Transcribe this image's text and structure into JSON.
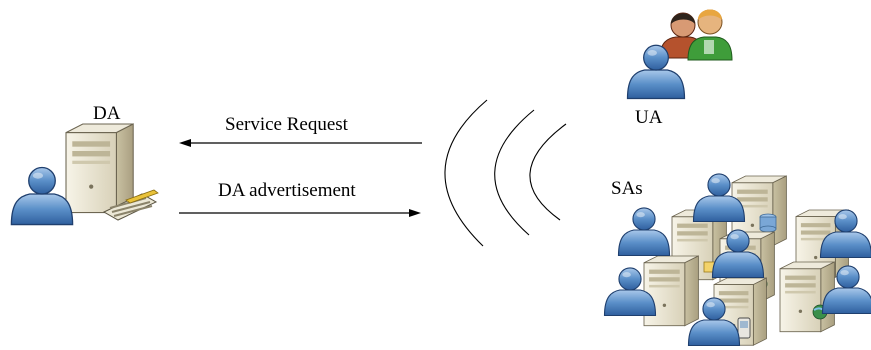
{
  "nodes": {
    "da": {
      "label": "DA"
    },
    "ua": {
      "label": "UA"
    },
    "sas": {
      "label": "SAs"
    }
  },
  "messages": {
    "service_request": {
      "label": "Service Request",
      "direction": "right-to-left"
    },
    "da_advertisement": {
      "label": "DA advertisement",
      "direction": "left-to-right"
    }
  },
  "icons": {
    "da": [
      "user-icon",
      "server-tower-icon",
      "keyboard-icon"
    ],
    "ua": [
      "user-icon",
      "user-group-icon"
    ],
    "sas": [
      "server-tower-icon",
      "user-icon",
      "database-icon",
      "globe-icon",
      "mobile-phone-icon",
      "folder-icon"
    ]
  },
  "colors": {
    "user_blue": "#5a8fc8",
    "server_beige": "#ece7d4",
    "line": "#000000"
  }
}
